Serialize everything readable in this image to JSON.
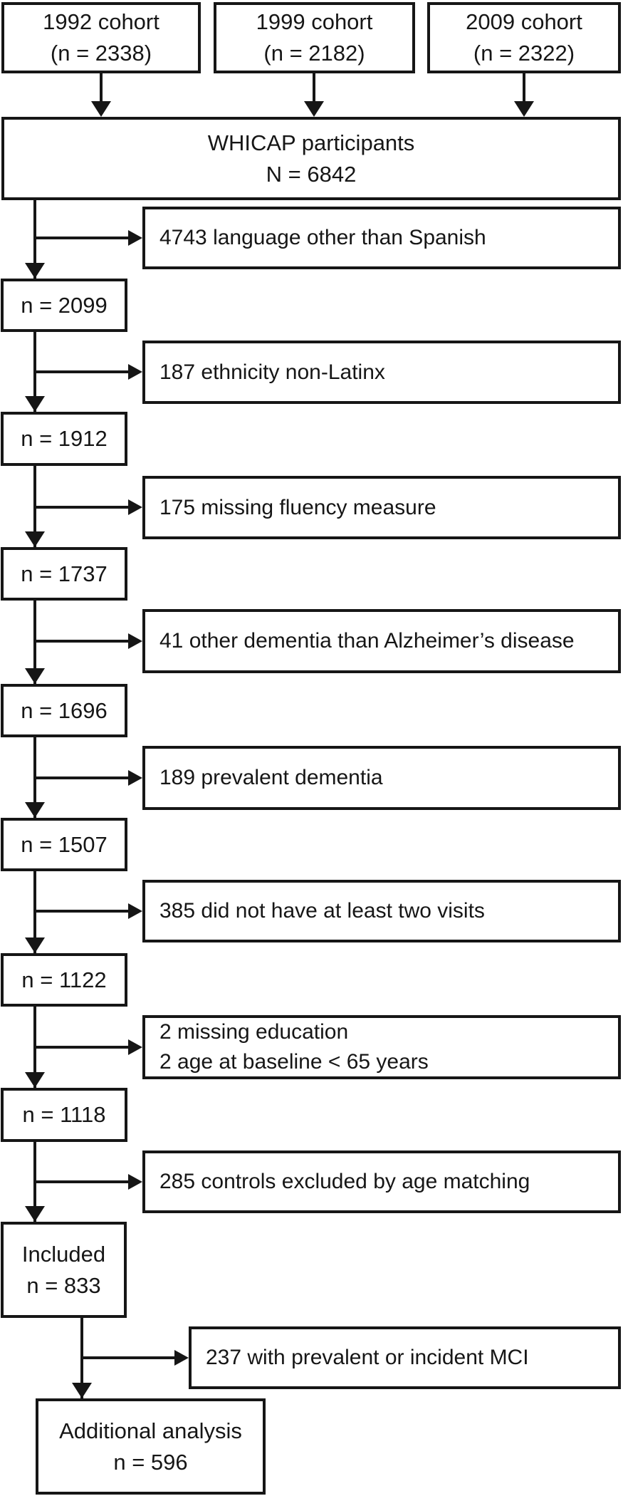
{
  "figure": {
    "cohorts": [
      {
        "name": "1992 cohort",
        "n": "(n = 2338)"
      },
      {
        "name": "1999 cohort",
        "n": "(n = 2182)"
      },
      {
        "name": "2009 cohort",
        "n": "(n = 2322)"
      }
    ],
    "total": {
      "line1": "WHICAP participants",
      "line2": "N = 6842"
    },
    "steps": [
      {
        "excluded": [
          "4743 language other than Spanish"
        ],
        "remaining": [
          "n = 2099"
        ]
      },
      {
        "excluded": [
          "187 ethnicity non-Latinx"
        ],
        "remaining": [
          "n = 1912"
        ]
      },
      {
        "excluded": [
          "175 missing fluency measure"
        ],
        "remaining": [
          "n = 1737"
        ]
      },
      {
        "excluded": [
          "41 other dementia than Alzheimer’s disease"
        ],
        "remaining": [
          "n = 1696"
        ]
      },
      {
        "excluded": [
          "189 prevalent dementia"
        ],
        "remaining": [
          "n = 1507"
        ]
      },
      {
        "excluded": [
          "385 did not have at least two visits"
        ],
        "remaining": [
          "n = 1122"
        ]
      },
      {
        "excluded": [
          "2 missing education",
          "2 age at baseline < 65 years"
        ],
        "remaining": [
          "n = 1118"
        ]
      },
      {
        "excluded": [
          "285 controls excluded by age matching"
        ],
        "remaining": [
          "Included",
          "n = 833"
        ]
      }
    ],
    "final": {
      "excluded": [
        "237 with prevalent or incident MCI"
      ],
      "remaining": [
        "Additional analysis",
        "n = 596"
      ]
    },
    "colors": {
      "line": "#161616",
      "box_background": "#ffffff",
      "text": "#161616"
    }
  }
}
